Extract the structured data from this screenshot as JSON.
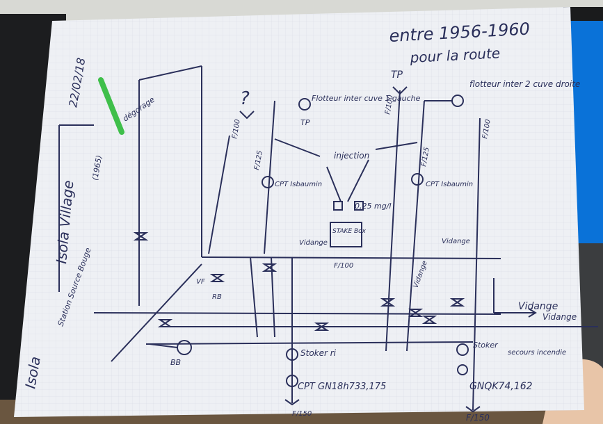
{
  "photo": {
    "subject": "hand-drawn plumbing schematic on grid paper",
    "ink_color": "#2a2f5a",
    "paper_color": "#eef0f4",
    "highlight_color": "#3fbf4a",
    "monitor_color": "#0a72d8"
  },
  "text": {
    "header_line1": "entre 1956-1960",
    "header_line2": "pour la route",
    "date": "22/02/18",
    "attic": "Isola Village",
    "vertical_left": "Isola",
    "note_top_left": "dégorage",
    "flotteur_left": "Flotteur inter cuve 1 gauche",
    "flotteur_right": "flotteur inter 2 cuve droite",
    "tp1": "TP",
    "tp2": "TP",
    "f100_a": "F/100",
    "f100_b": "F/100",
    "f100_c": "F/100",
    "f100_d": "F/100",
    "f125_a": "F/125",
    "f125_b": "F/125",
    "f150_a": "F/150",
    "f150_b": "F/150",
    "cpt_left": "CPT Isbaumin",
    "cpt_right": "CPT Isbaumin",
    "injection": "injection",
    "dose": "0,25 mg/l",
    "stake_box": "STAKE Box",
    "vidange1": "Vidange",
    "vidange2": "Vidange",
    "vidange3": "Vidange",
    "vidange4": "Vidange",
    "vidange_arrow": "Vidange",
    "station": "Station Source Bouge",
    "stoker1": "Stoker ri",
    "stoker2": "Stoker",
    "cpt_bottom1": "CPT GN18h733,175",
    "cpt_bottom2": "GNQK74,162",
    "bb": "BB",
    "vf": "VF",
    "rb": "RB",
    "secours": "secours incendie",
    "question": "?",
    "annee": "(1965)"
  }
}
